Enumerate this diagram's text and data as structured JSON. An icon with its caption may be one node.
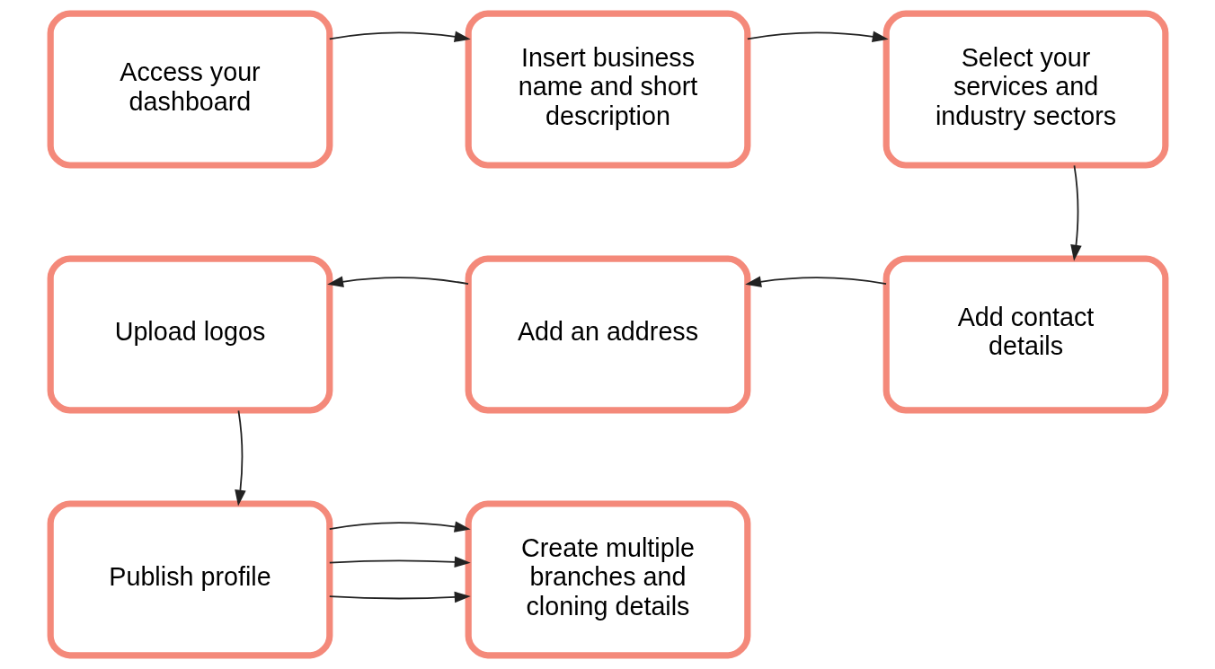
{
  "diagram": {
    "nodes": [
      {
        "text": [
          "Access your dashboard"
        ]
      },
      {
        "text": [
          "Insert business name and short description"
        ]
      },
      {
        "text": [
          "Select your services and industry sectors"
        ]
      },
      {
        "text": [
          "Add contact details"
        ]
      },
      {
        "text": [
          "Add an address"
        ]
      },
      {
        "text": [
          "Upload logos"
        ]
      },
      {
        "text": [
          "Publish profile"
        ]
      },
      {
        "text": [
          "Create multiple branches and cloning details"
        ]
      }
    ],
    "edges": [
      {
        "from": 0,
        "to": 1,
        "arrow": "to"
      },
      {
        "from": 1,
        "to": 2,
        "arrow": "to"
      },
      {
        "from": 2,
        "to": 3,
        "arrow": "to"
      },
      {
        "from": 3,
        "to": 4,
        "arrow": "to"
      },
      {
        "from": 4,
        "to": 5,
        "arrow": "to"
      },
      {
        "from": 5,
        "to": 6,
        "arrow": "to"
      },
      {
        "from": 6,
        "to": 7,
        "arrow": "to"
      },
      {
        "from": 6,
        "to": 7,
        "arrow": "to"
      },
      {
        "from": 6,
        "to": 7,
        "arrow": "to"
      }
    ]
  }
}
